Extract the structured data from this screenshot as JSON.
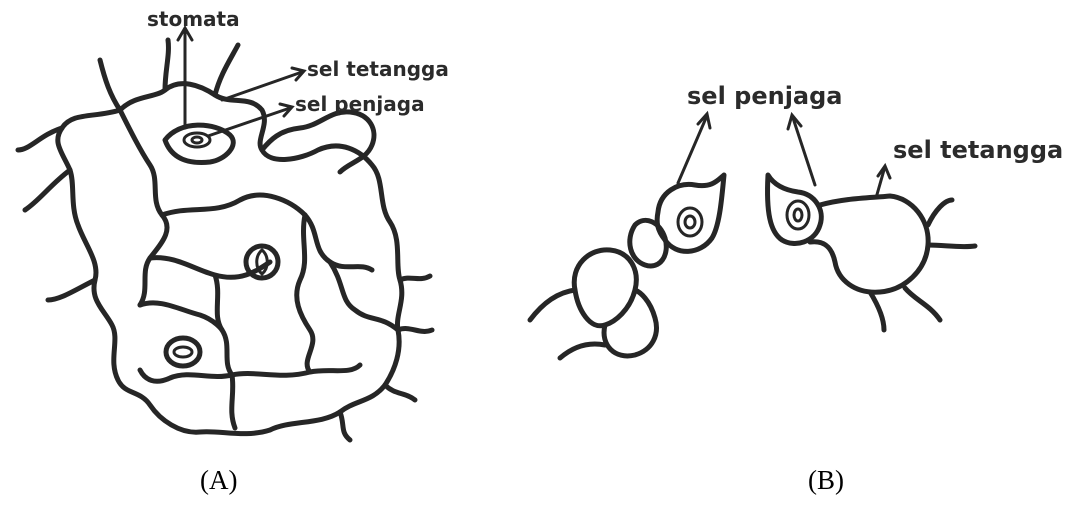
{
  "panel_a": {
    "label_stomata": "stomata",
    "label_neighbor": "sel tetangga",
    "label_guard": "sel penjaga",
    "caption": "(A)"
  },
  "panel_b": {
    "label_guard": "sel penjaga",
    "label_neighbor": "sel tetangga",
    "caption": "(B)"
  },
  "colors": {
    "ink": "#262626",
    "background": "#ffffff"
  }
}
